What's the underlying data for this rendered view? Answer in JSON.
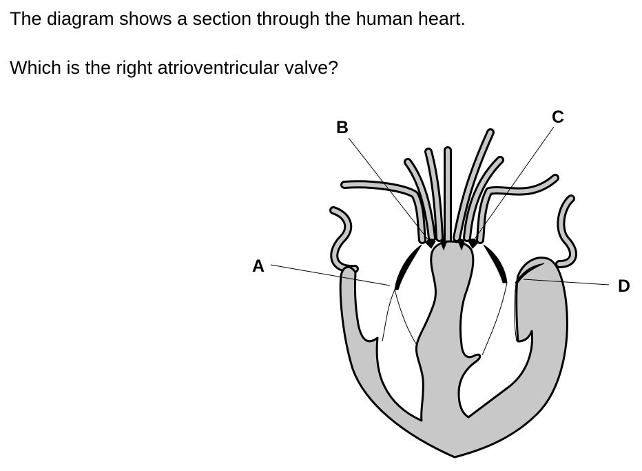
{
  "question": {
    "line1": "The diagram shows a section through the human heart.",
    "line2": "Which is the right atrioventricular valve?"
  },
  "diagram": {
    "labels": {
      "a": "A",
      "b": "B",
      "c": "C",
      "d": "D"
    },
    "colors": {
      "tissue_fill": "#c8c8c8",
      "outline": "#000000",
      "background": "#ffffff"
    }
  }
}
